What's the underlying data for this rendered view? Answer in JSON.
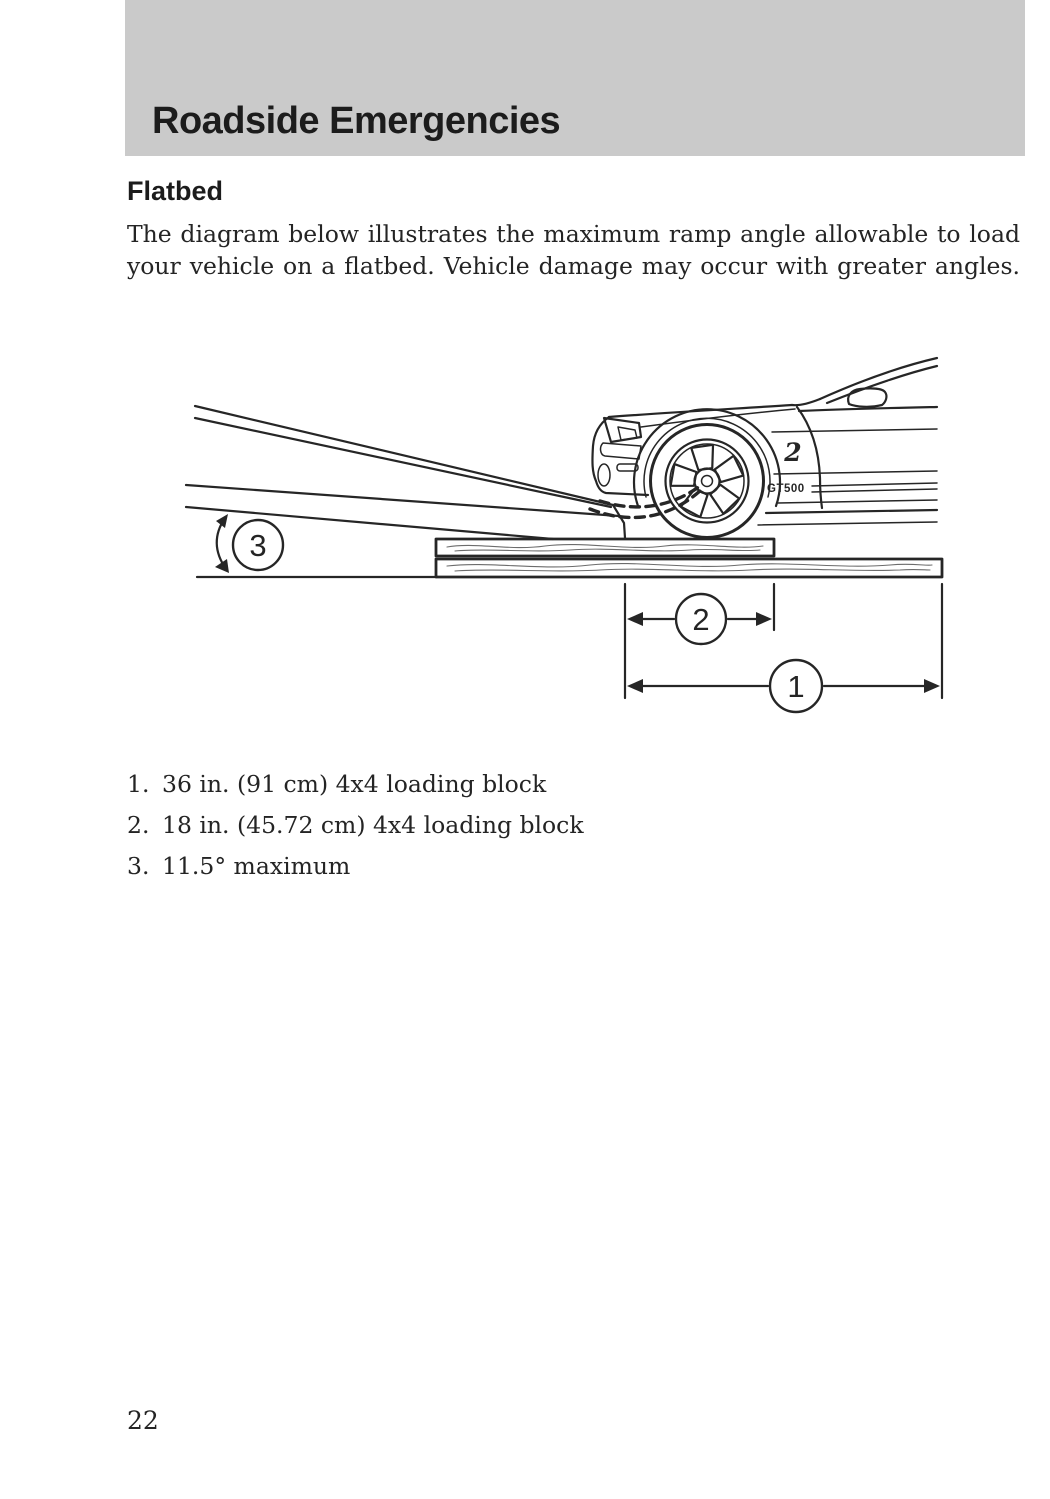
{
  "header": {
    "title": "Roadside Emergencies"
  },
  "section": {
    "heading": "Flatbed",
    "body_lines": [
      "The diagram below illustrates the maximum ramp angle allowable to load",
      "your vehicle on a flatbed. Vehicle damage may occur with greater angles."
    ]
  },
  "diagram": {
    "callout_1": "1",
    "callout_2": "2",
    "callout_3": "3",
    "badge_fender": "2",
    "badge_rocker": "GT500"
  },
  "legend": {
    "items": [
      {
        "num": "1.",
        "text": "36 in. (91 cm) 4x4 loading block"
      },
      {
        "num": "2.",
        "text": "18 in. (45.72 cm) 4x4 loading block"
      },
      {
        "num": "3.",
        "text": "11.5° maximum"
      }
    ]
  },
  "footer": {
    "page_number": "22"
  },
  "colors": {
    "header_bg": "#cacaca",
    "paper": "#ffffff",
    "ink": "#262626"
  }
}
